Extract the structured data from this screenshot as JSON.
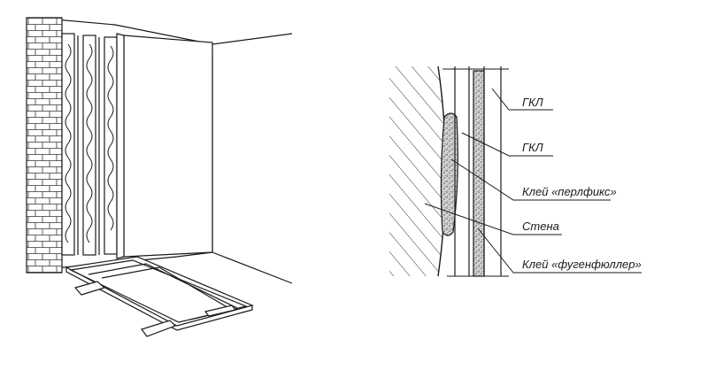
{
  "labels": {
    "gkl_1": "ГКЛ",
    "gkl_2": "ГКЛ",
    "adhesive_perlfix": "Клей «перлфикс»",
    "wall": "Стена",
    "adhesive_fugenfuller": "Клей «фугенфюллер»"
  },
  "colors": {
    "ink": "#1a1a1a",
    "paper": "#ffffff",
    "speckle_fill": "#bdbdbd"
  }
}
